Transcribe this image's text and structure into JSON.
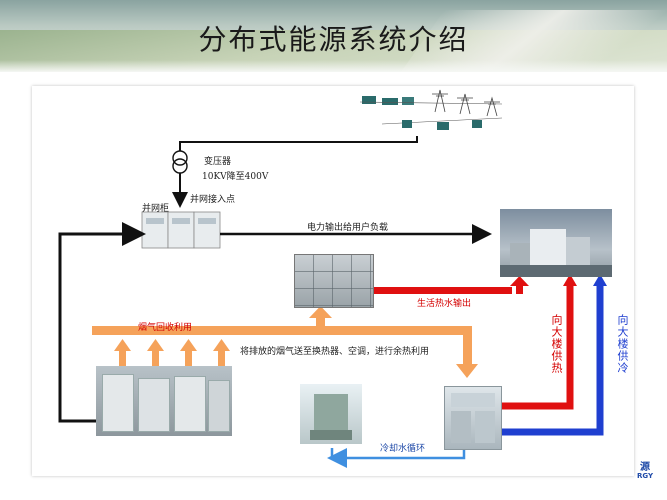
{
  "title": "分布式能源系统介绍",
  "labels": {
    "transformer": "变压器",
    "transformer_spec": "10KV降至400V",
    "grid_cabinet": "并网柜",
    "grid_point": "并网接入点",
    "power_output": "电力输出给用户负载",
    "flue_gas": "烟气回收利用",
    "hot_water": "生活热水输出",
    "exhaust_use": "将排放的烟气送至换热器、空调，进行余热利用",
    "cooling_water": "冷却水循环",
    "heat_supply": "向大楼供热",
    "cool_supply": "向大楼供冷"
  },
  "footer": {
    "logo_char": "源",
    "logo_text": "RGY"
  },
  "colors": {
    "black_line": "#111111",
    "orange": "#f5a25a",
    "red": "#e01010",
    "blue": "#1f3fd0",
    "light_blue": "#3f8fe0"
  }
}
